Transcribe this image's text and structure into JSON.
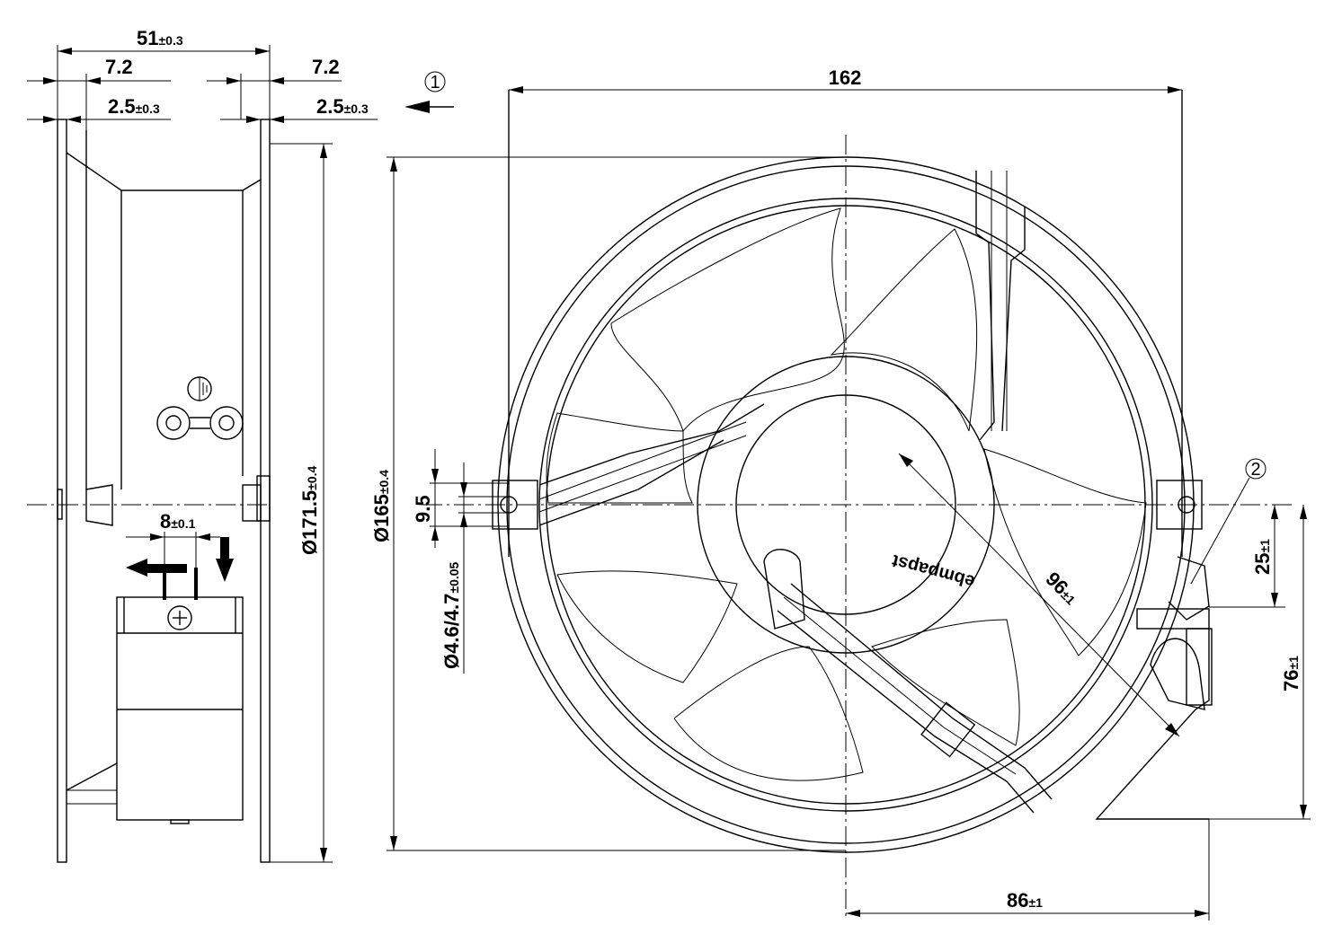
{
  "side_view": {
    "overall_width": {
      "value": "51",
      "tol": "±0.3"
    },
    "flange_left": "7.2",
    "flange_right": "7.2",
    "wall_left": {
      "value": "2.5",
      "tol": "±0.3"
    },
    "wall_right": {
      "value": "2.5",
      "tol": "±0.3"
    },
    "outer_diameter": {
      "value": "Ø171.5",
      "tol": "±0.4"
    },
    "terminal_pitch": {
      "value": "8",
      "tol": "±0.1"
    }
  },
  "front_view": {
    "width": "162",
    "diameter": {
      "value": "Ø165",
      "tol": "±0.4"
    },
    "hole_spacing": "9.5",
    "hole_diameter": {
      "value": "Ø4.6/4.7",
      "tol": "±0.05"
    },
    "radius": {
      "value": "96",
      "tol": "±1"
    },
    "offset_small": {
      "value": "25",
      "tol": "±1"
    },
    "offset_large": {
      "value": "76",
      "tol": "±1"
    },
    "bottom_width": {
      "value": "86",
      "tol": "±1"
    },
    "brand": "ebmpapst"
  },
  "callouts": {
    "airflow": "1",
    "connector": "2"
  }
}
